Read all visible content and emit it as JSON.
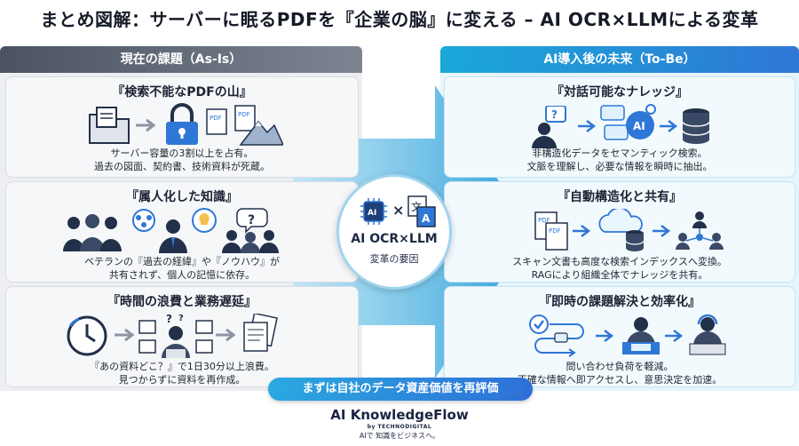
{
  "title": "まとめ図解：サーバーに眠るPDFを『企業の脳』に変える – AI OCR×LLMによる変革",
  "left_header": "現在の課題（As-Is）",
  "right_header": "AI導入後の未来（To-Be）",
  "left_cards": [
    {
      "title": "『検索不能なPDFの山』",
      "text": "サーバー容量の3割以上を占有。\n過去の図面、契約書、技術資料が死蔵。"
    },
    {
      "title": "『属人化した知識』",
      "text": "ベテランの『過去の経緯』や『ノウハウ』が\n共有されず、個人の記憶に依存。"
    },
    {
      "title": "『時間の浪費と業務遅延』",
      "text": "『あの資料どこ？』で1日30分以上浪費。\n見つからずに資料を再作成。"
    }
  ],
  "right_cards": [
    {
      "title": "『対話可能なナレッジ』",
      "text": "非構造化データをセマンティック検索。\n文脈を理解し、必要な情報を瞬時に抽出。"
    },
    {
      "title": "『自動構造化と共有』",
      "text": "スキャン文書も高度な検索インデックスへ変換。\nRAGにより組織全体でナレッジを共有。"
    },
    {
      "title": "『即時の課題解決と効率化』",
      "text": "問い合わせ負荷を軽減。\n正確な情報へ即アクセスし、意思決定を加速。"
    }
  ],
  "center": {
    "chip_label": "AI",
    "times": "×",
    "doc_glyph_1": "文",
    "doc_glyph_2": "A",
    "title": "AI OCR×LLM",
    "subtitle": "変革の要因"
  },
  "icon_labels": {
    "pdf": "PDF",
    "question": "?",
    "ai": "AI"
  },
  "banner": "まずは自社のデータ資産価値を再評価",
  "brand": {
    "name": "AI KnowledgeFlow",
    "by": "by TECHNODIGITAL",
    "tagline": "AIで 知識をビジネスへ。"
  },
  "colors": {
    "accent_blue": "#2f77d6",
    "accent_cyan": "#1aa8d8",
    "gray_header": "#5d6573"
  }
}
